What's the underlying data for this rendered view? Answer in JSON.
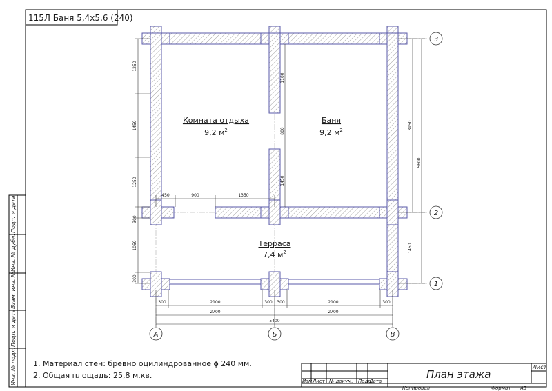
{
  "sheet": {
    "code_title": "115Л Баня 5,4х5,6 (240)",
    "drawing_title": "План этажа",
    "sheet_label": "Лист",
    "copied_label": "Копировал",
    "format_label": "Формат",
    "format_value": "A3"
  },
  "side_stamp": [
    {
      "label": "Подп. и дата"
    },
    {
      "label": "Инв. № дубл."
    },
    {
      "label": "Взам. инв. №"
    },
    {
      "label": "Подп. и дата"
    },
    {
      "label": "Инв. № подл."
    }
  ],
  "title_block_columns": [
    "Изм.",
    "Лист",
    "№ докум.",
    "Подп.",
    "Дата"
  ],
  "rooms": [
    {
      "name": "Комната отдыха",
      "area": "9,2 м",
      "sup": "2"
    },
    {
      "name": "Баня",
      "area": "9,2 м",
      "sup": "2"
    },
    {
      "name": "Терраса",
      "area": "7,4 м",
      "sup": "2"
    }
  ],
  "grid_axes": {
    "letters": [
      "А",
      "Б",
      "В"
    ],
    "numbers": [
      "1",
      "2",
      "3"
    ]
  },
  "dimensions": {
    "bottom_row1": [
      "300",
      "2100",
      "300",
      "300",
      "2100",
      "300"
    ],
    "bottom_row2": [
      "2700",
      "2700"
    ],
    "bottom_total": "5400",
    "left": [
      "1250",
      "1450",
      "1250",
      "300",
      "1050",
      "300"
    ],
    "right": [
      "3950",
      "5600",
      "1450"
    ],
    "inner_top": [
      "450",
      "900",
      "1350"
    ],
    "partition": [
      "1100",
      "800",
      "1450"
    ]
  },
  "notes": [
    "1. Материал стен: бревно оцилиндрованное ϕ 240 мм.",
    "2. Общая площадь: 25,8 м.кв."
  ]
}
